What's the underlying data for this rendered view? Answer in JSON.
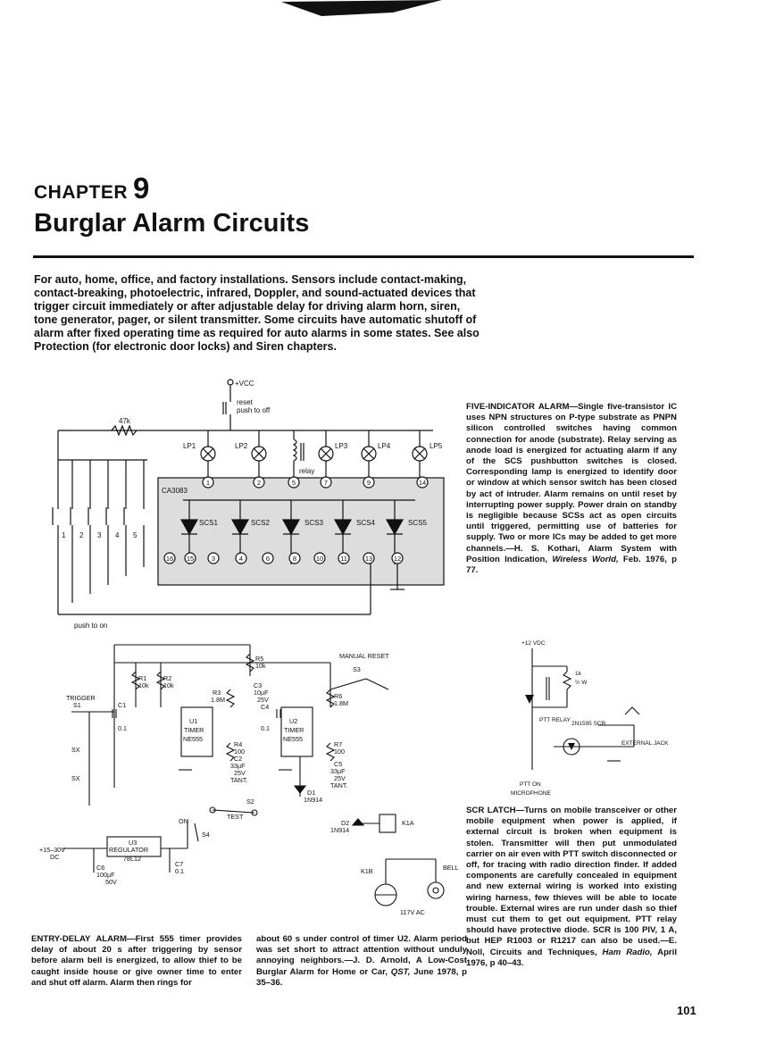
{
  "chapter": {
    "label": "CHAPTER",
    "number": "9",
    "title": "Burglar Alarm Circuits"
  },
  "intro": "For auto, home, office, and factory installations. Sensors include contact-making, contact-breaking, photoelectric, infrared, Doppler, and sound-actuated devices that trigger circuit immediately or after adjustable delay for driving alarm horn, siren, tone generator, pager, or silent transmitter. Some circuits have automatic shutoff of alarm after fixed operating time as required for auto alarms in some states. See also Protection (for electronic door locks) and Siren chapters.",
  "five_indicator": {
    "heading": "FIVE-INDICATOR ALARM",
    "body": "—Single five-transistor IC uses NPN structures on P-type substrate as PNPN silicon controlled switches having common connection for anode (substrate). Relay serving as anode load is energized for actuating alarm if any of the SCS pushbutton switches is closed. Corresponding lamp is energized to identify door or window at which sensor switch has been closed by act of intruder. Alarm remains on until reset by interrupting power supply. Power drain on standby is negligible because SCSs act as open circuits until triggered, permitting use of batteries for supply. Two or more ICs may be added to get more channels.—H. S. Kothari, Alarm System with Position Indication, ",
    "source": "Wireless World,",
    "tail": " Feb. 1976, p 77."
  },
  "scr_latch": {
    "heading": "SCR LATCH",
    "body": "—Turns on mobile transceiver or other mobile equipment when power is applied, if external circuit is broken when equipment is stolen. Transmitter will then put unmodulated carrier on air even with PTT switch disconnected or off, for tracing with radio direction finder. If added components are carefully concealed in equipment and new external wiring is worked into existing wiring harness, few thieves will be able to locate trouble. External wires are run under dash so thief must cut them to get out equipment. PTT relay should have protective diode. SCR is 100 PIV, 1 A, but HEP R1003 or R1217 can also be used.—E. Noll, Circuits and Techniques, ",
    "source": "Ham Radio,",
    "tail": " April 1976, p 40–43."
  },
  "entry_delay": {
    "heading": "ENTRY-DELAY ALARM",
    "body1": "—First 555 timer provides delay of about 20 s after triggering by sensor before alarm bell is energized, to allow thief to be caught inside house or give owner time to enter and shut off alarm. Alarm then rings for",
    "body2": "about 60 s under control of timer U2. Alarm period was set short to attract attention without unduly annoying neighbors.—J. D. Arnold, A Low-Cost Burglar Alarm for Home or Car, ",
    "source": "QST,",
    "tail": " June 1978, p 35–36."
  },
  "fig1": {
    "vcc": "+VCC",
    "reset": "reset",
    "push_off": "push to off",
    "r47k": "47k",
    "lamps": [
      "LP1",
      "LP2",
      "LP3",
      "LP4",
      "LP5"
    ],
    "relay": "relay",
    "ic": "CA3083",
    "scs": [
      "SCS1",
      "SCS2",
      "SCS3",
      "SCS4",
      "SCS5"
    ],
    "top_pins": [
      "1",
      "2",
      "5",
      "7",
      "9",
      "14"
    ],
    "bottom_pins": [
      "16",
      "15",
      "3",
      "4",
      "6",
      "8",
      "10",
      "11",
      "13",
      "12"
    ],
    "switches": [
      "1",
      "2",
      "3",
      "4",
      "5"
    ],
    "push_on": "push to on"
  },
  "fig2": {
    "r5": "R5",
    "r5v": "10k",
    "manual_reset": "MANUAL RESET",
    "s3": "S3",
    "r1": "R1",
    "r1v": "10k",
    "r2": "R2",
    "r2v": "10k",
    "r3": "R3",
    "r3v": "1.8M",
    "c3": "C3",
    "c3v": "10µF",
    "c3r": "25V",
    "c4": "C4",
    "r6": "R6",
    "r6v": "1.8M",
    "trigger": "TRIGGER",
    "s1": "S1",
    "c1": "C1",
    "c1v": "0.1",
    "c2v": "0.1",
    "u1": "U1",
    "u2": "U2",
    "timer": "TIMER",
    "ne555": "NE555",
    "r4": "R4",
    "r4v": "100",
    "c2": "C2",
    "c2c": "33µF",
    "c2r": "25V",
    "tant": "TANT.",
    "r7": "R7",
    "r7v": "100",
    "c5": "C5",
    "c5c": "33µF",
    "c5r": "25V",
    "d1": "D1",
    "d1v": "1N914",
    "s2": "S2",
    "test": "TEST",
    "on": "ON",
    "s4": "S4",
    "d2": "D2",
    "d2v": "1N914",
    "k1a": "K1A",
    "k1b": "K1B",
    "bell": "BELL",
    "supply": "+15–30V",
    "dc": "DC",
    "u3": "U3",
    "regulator": "REGULATOR",
    "u3v": "78L12",
    "c6": "C6",
    "c6v": "100µF",
    "c6r": "50V",
    "c7": "C7",
    "c7v": "0.1",
    "ac": "117V AC",
    "sx": "SX"
  },
  "fig3": {
    "supply": "+12 VDC",
    "r": "1k",
    "w": "½ W",
    "ptt_relay": "PTT RELAY",
    "scr": "2N1595 SCR",
    "ext_jack": "EXTERNAL JACK",
    "ptt_on": "PTT ON",
    "mic": "MICROPHONE"
  },
  "page_number": "101"
}
